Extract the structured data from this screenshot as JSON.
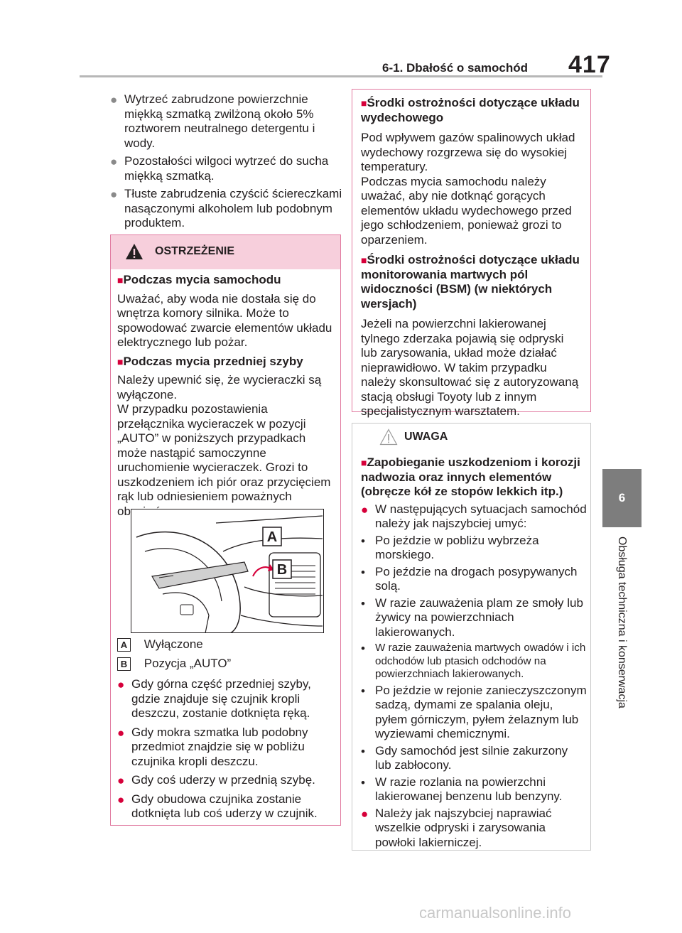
{
  "header": {
    "section": "6-1. Dbałość o samochód",
    "page": "417"
  },
  "side_tab": {
    "number": "6",
    "title": "Obsługa techniczna i konserwacja"
  },
  "left_bullets": [
    "Wytrzeć zabrudzone powierzchnie miękką szmatką zwilżoną około 5% roztworem neutralnego detergentu i wody.",
    "Pozostałości wilgoci wytrzeć do sucha miękką szmatką.",
    "Tłuste zabrudzenia czyścić ściereczkami nasączonymi alkoholem lub podobnym produktem."
  ],
  "warning": {
    "title": "OSTRZEŻENIE",
    "h1": "Podczas mycia samochodu",
    "p1": "Uważać, aby woda nie dostała się do wnętrza komory silnika. Może to spowodować zwarcie elementów układu elektrycznego lub pożar.",
    "h2": "Podczas mycia przedniej szyby",
    "p2": "Należy upewnić się, że wycieraczki są wyłączone.",
    "p3": "W przypadku pozostawienia przełącznika wycieraczek w pozycji „AUTO” w poniższych przypadkach może nastąpić samoczynne uruchomienie wycieraczek. Grozi to uszkodzeniem ich piór oraz przycięciem rąk lub odniesieniem poważnych obrażeń.",
    "label_a": "A",
    "label_b": "B",
    "a_text": "Wyłączone",
    "b_text": "Pozycja „AUTO”",
    "bullets": [
      "Gdy górna część przedniej szyby, gdzie znajduje się czujnik kropli deszczu, zostanie dotknięta ręką.",
      "Gdy mokra szmatka lub podobny przedmiot znajdzie się w pobliżu czujnika kropli deszczu.",
      "Gdy coś uderzy w przednią szybę.",
      "Gdy obudowa czujnika zostanie dotknięta lub coś uderzy w czujnik."
    ]
  },
  "info": {
    "h1": "Środki ostrożności dotyczące układu wydechowego",
    "p1": "Pod wpływem gazów spalinowych układ wydechowy rozgrzewa się do wysokiej temperatury.",
    "p2": "Podczas mycia samochodu należy uważać, aby nie dotknąć gorących elementów układu wydechowego przed jego schłodzeniem, ponieważ grozi to oparzeniem.",
    "h2": "Środki ostrożności dotyczące układu monitorowania martwych pól widoczności (BSM) (w niektórych wersjach)",
    "p3": "Jeżeli na powierzchni lakierowanej tylnego zderzaka pojawią się odpryski lub zarysowania, układ może działać nieprawidłowo. W takim przypadku należy skonsultować się z autoryzowaną stacją obsługi Toyoty lub z innym specjalistycznym warsztatem."
  },
  "caution": {
    "title": "UWAGA",
    "h1": "Zapobieganie uszkodzeniom i korozji nadwozia oraz innych elementów (obręcze kół ze stopów lekkich itp.)",
    "b1": "W następujących sytuacjach samochód należy jak najszybciej umyć:",
    "items": [
      "Po jeździe w pobliżu wybrzeża morskiego.",
      "Po jeździe na drogach posypywanych solą.",
      "W razie zauważenia plam ze smoły lub żywicy na powierzchniach lakierowanych.",
      "W razie zauważenia martwych owadów i ich odchodów lub ptasich odchodów na powierzchniach lakierowanych.",
      "Po jeździe w rejonie zanieczyszczonym sadzą, dymami ze spalania oleju, pyłem górniczym, pyłem żelaznym lub wyziewami chemicznymi.",
      "Gdy samochód jest silnie zakurzony lub zabłocony.",
      "W razie rozlania na powierzchni lakierowanej benzenu lub benzyny."
    ],
    "b2": "Należy jak najszybciej naprawiać wszelkie odpryski i zarysowania powłoki lakierniczej."
  },
  "watermark": "carmanualsonline.info"
}
